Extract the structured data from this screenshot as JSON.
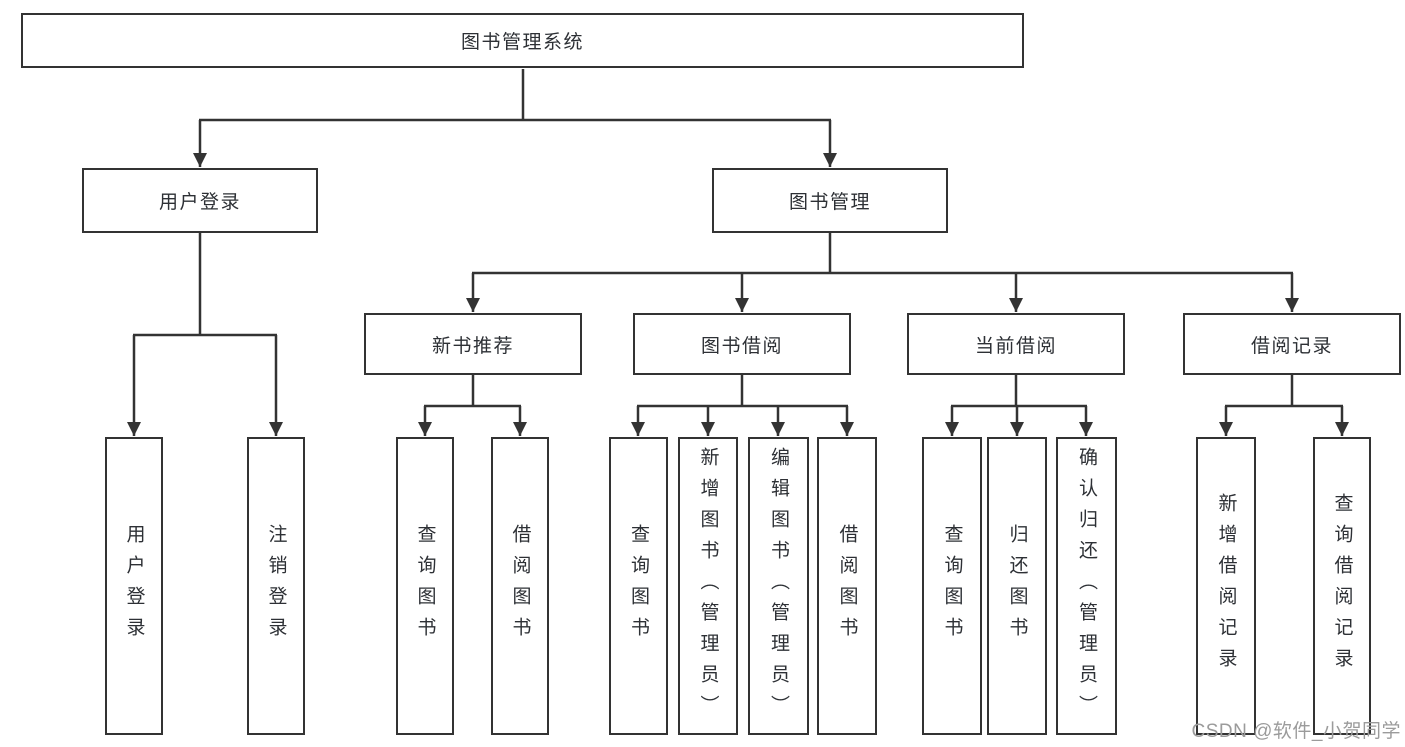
{
  "tree": {
    "root": "图书管理系统",
    "children": [
      {
        "label": "用户登录",
        "children": [
          "用户登录",
          "注销登录"
        ]
      },
      {
        "label": "图书管理",
        "children": [
          {
            "label": "新书推荐",
            "children": [
              "查询图书",
              "借阅图书"
            ]
          },
          {
            "label": "图书借阅",
            "children": [
              "查询图书",
              "新增图书（管理员）",
              "编辑图书（管理员）",
              "借阅图书"
            ]
          },
          {
            "label": "当前借阅",
            "children": [
              "查询图书",
              "归还图书",
              "确认归还（管理员）"
            ]
          },
          {
            "label": "借阅记录",
            "children": [
              "新增借阅记录",
              "查询借阅记录"
            ]
          }
        ]
      }
    ]
  },
  "watermark": {
    "text": "CSDN @软件_小贺同学"
  },
  "colors": {
    "line": "#333333",
    "text": "#2d3035",
    "watermark": "#9b9b9b",
    "background": "#ffffff"
  }
}
